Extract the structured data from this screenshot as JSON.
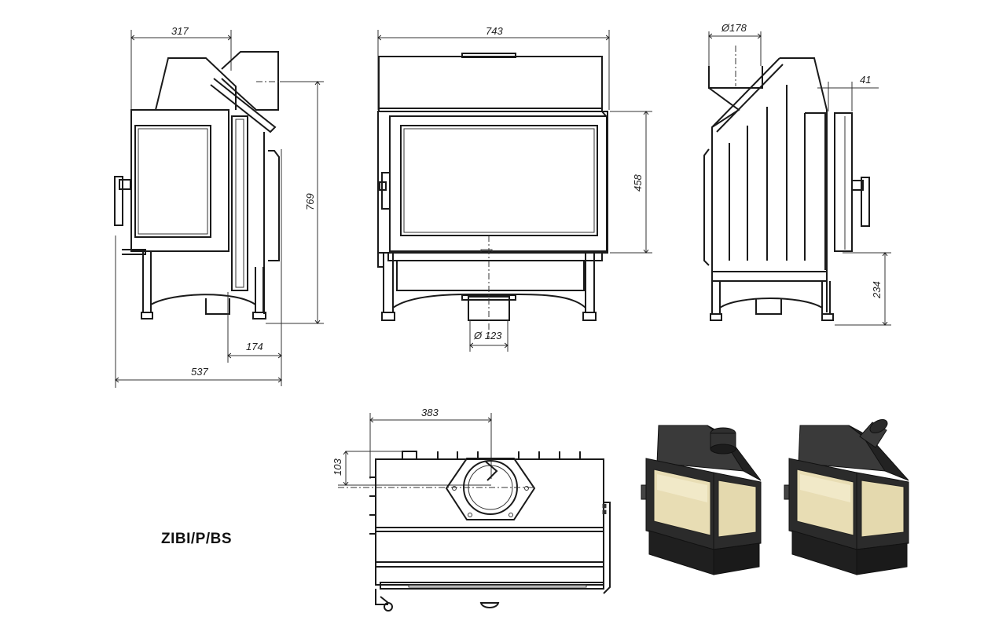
{
  "title": "ZIBI/P/BS",
  "dimensions": {
    "side_top_width": "317",
    "front_width": "743",
    "flue_diameter": "Ø178",
    "total_height": "769",
    "door_height": "458",
    "rear_offset": "41",
    "base_height": "234",
    "depth_offset": "174",
    "total_depth": "537",
    "air_inlet_diameter": "Ø 123",
    "top_offset": "383",
    "top_depth": "103"
  },
  "colors": {
    "line": "#1a1a1a",
    "glass": "#e8ddb4",
    "body": "#2a2a2a"
  }
}
